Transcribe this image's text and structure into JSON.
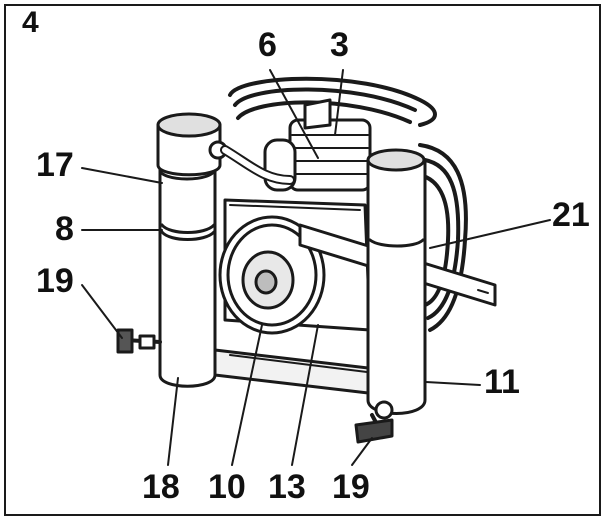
{
  "figure": {
    "number": "4"
  },
  "callouts": [
    {
      "id": "c6",
      "text": "6"
    },
    {
      "id": "c3",
      "text": "3"
    },
    {
      "id": "c17",
      "text": "17"
    },
    {
      "id": "c8",
      "text": "8"
    },
    {
      "id": "c19a",
      "text": "19"
    },
    {
      "id": "c21",
      "text": "21"
    },
    {
      "id": "c11",
      "text": "11"
    },
    {
      "id": "c18",
      "text": "18"
    },
    {
      "id": "c10",
      "text": "10"
    },
    {
      "id": "c13",
      "text": "13"
    },
    {
      "id": "c19b",
      "text": "19"
    }
  ]
}
